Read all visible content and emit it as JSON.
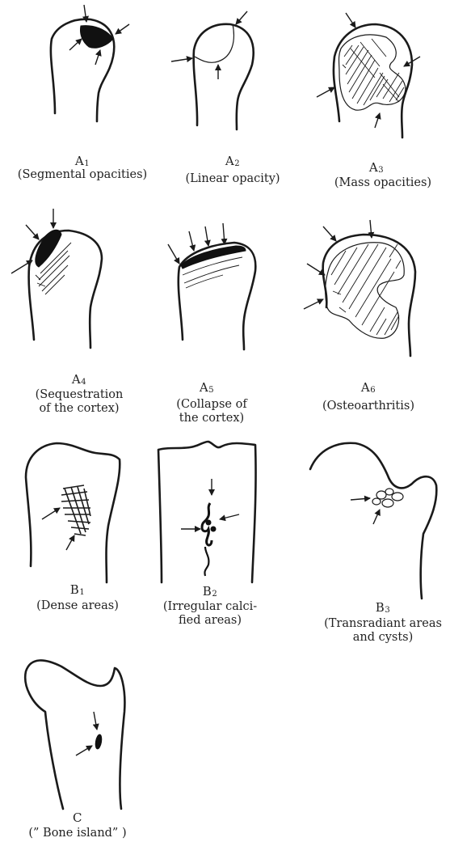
{
  "panels": [
    {
      "id": "A1",
      "letter": "A",
      "index": "1",
      "caption": "(Segmental opacities)"
    },
    {
      "id": "A2",
      "letter": "A",
      "index": "2",
      "caption": "(Linear opacity)"
    },
    {
      "id": "A3",
      "letter": "A",
      "index": "3",
      "caption": "(Mass opacities)"
    },
    {
      "id": "A4",
      "letter": "A",
      "index": "4",
      "caption": "(Sequestration\nof the cortex)"
    },
    {
      "id": "A5",
      "letter": "A",
      "index": "5",
      "caption": "(Collapse of\nthe cortex)"
    },
    {
      "id": "A6",
      "letter": "A",
      "index": "6",
      "caption": "(Osteoarthritis)"
    },
    {
      "id": "B1",
      "letter": "B",
      "index": "1",
      "caption": "(Dense areas)"
    },
    {
      "id": "B2",
      "letter": "B",
      "index": "2",
      "caption": "(Irregular calci-\nfied areas)"
    },
    {
      "id": "B3",
      "letter": "B",
      "index": "3",
      "caption": "(Transradiant areas\nand cysts)"
    },
    {
      "id": "C",
      "letter": "C",
      "index": "",
      "caption": "(” Bone island” )"
    }
  ],
  "colors": {
    "ink": "#1a1a1a",
    "background": "#ffffff"
  }
}
